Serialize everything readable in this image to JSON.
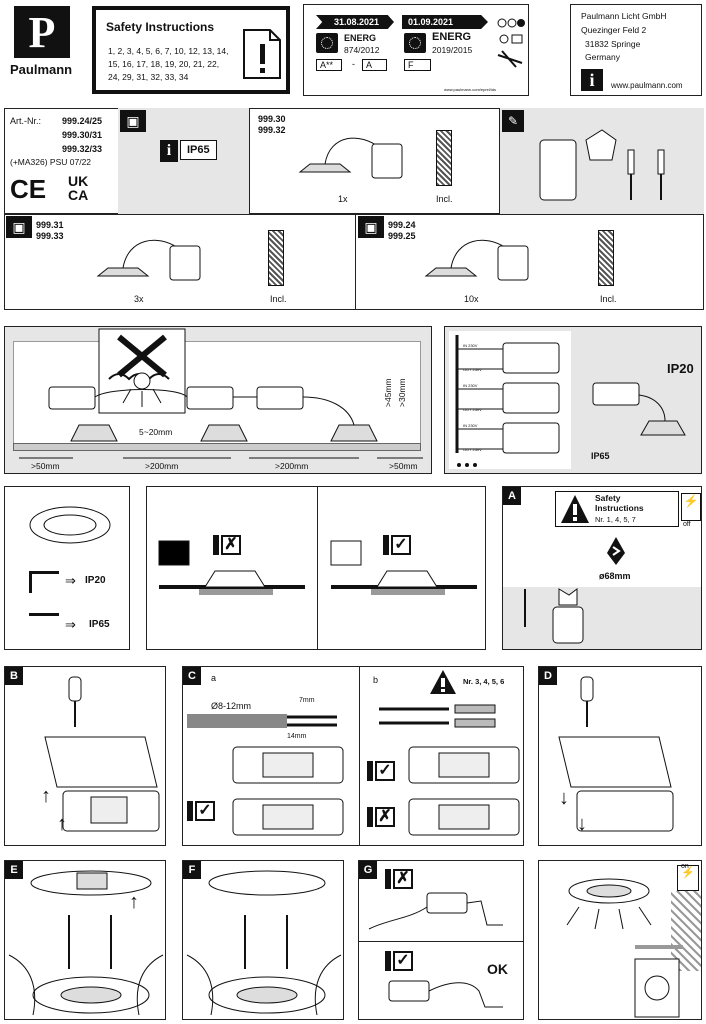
{
  "header": {
    "brand": "Paulmann",
    "logo_letter": "P",
    "safety_title": "Safety Instructions",
    "safety_numbers_1": "1, 2, 3, 4, 5, 6, 7, 10, 12, 13, 14,",
    "safety_numbers_2": "15, 16, 17, 18, 19, 20, 21, 22,",
    "safety_numbers_3": "24, 29, 31, 32, 33, 34",
    "energy": {
      "date_old": "31.08.2021",
      "date_new": "01.09.2021",
      "label_old": "ENERG",
      "reg_old": "874/2012",
      "label_new": "ENERG",
      "reg_new": "2019/2015",
      "class_old_from": "A**",
      "class_sep": "-",
      "class_old_to": "A",
      "class_new": "F",
      "url": "www.paulmann.com/eprel/ids"
    },
    "company": {
      "name": "Paulmann Licht GmbH",
      "street": "Quezinger Feld 2",
      "city": "31832 Springe",
      "country": "Germany",
      "web": "www.paulmann.com",
      "info_icon": "i"
    }
  },
  "articles": {
    "label": "Art.-Nr.:",
    "nr1": "999.24/25",
    "nr2": "999.30/31",
    "nr3": "999.32/33",
    "note": "(+MA326) PSU 07/22",
    "ce": "CE",
    "ukca_1": "UK",
    "ukca_2": "CA",
    "ip": "IP65",
    "info_icon": "i"
  },
  "packages": [
    {
      "codes_1": "999.30",
      "codes_2": "999.32",
      "qty": "1x",
      "incl": "Incl."
    },
    {
      "codes_1": "999.31",
      "codes_2": "999.33",
      "qty": "3x",
      "incl": "Incl."
    },
    {
      "codes_1": "999.24",
      "codes_2": "999.25",
      "qty": "10x",
      "incl": "Incl."
    }
  ],
  "dimensions": {
    "d1": ">50mm",
    "d2": ">200mm",
    "d3": ">200mm",
    "d4": ">50mm",
    "depth": "5~20mm",
    "h1": ">45mm",
    "h2": ">30mm"
  },
  "wiring": {
    "in": "IN 230V",
    "out": "OUT 230V",
    "ip_top": "IP20",
    "ip_bottom": "IP65"
  },
  "ip_section": {
    "ip20": "IP20",
    "ip65": "IP65",
    "arrow": "⇒"
  },
  "step_a": {
    "tag": "A",
    "safety_title_1": "Safety",
    "safety_title_2": "Instructions",
    "safety_nr": "Nr. 1, 4, 5, 7",
    "off": "off",
    "hole": "ø68mm"
  },
  "step_b": {
    "tag": "B"
  },
  "step_c": {
    "tag": "C",
    "sub_a": "a",
    "sub_b": "b",
    "cable": "Ø8-12mm",
    "strip_1": "7mm",
    "strip_2": "14mm",
    "safety_nr": "Nr. 3, 4, 5, 6"
  },
  "step_d": {
    "tag": "D"
  },
  "step_e": {
    "tag": "E"
  },
  "step_f": {
    "tag": "F"
  },
  "step_g": {
    "tag": "G",
    "ok": "OK"
  },
  "final": {
    "on": "on"
  }
}
